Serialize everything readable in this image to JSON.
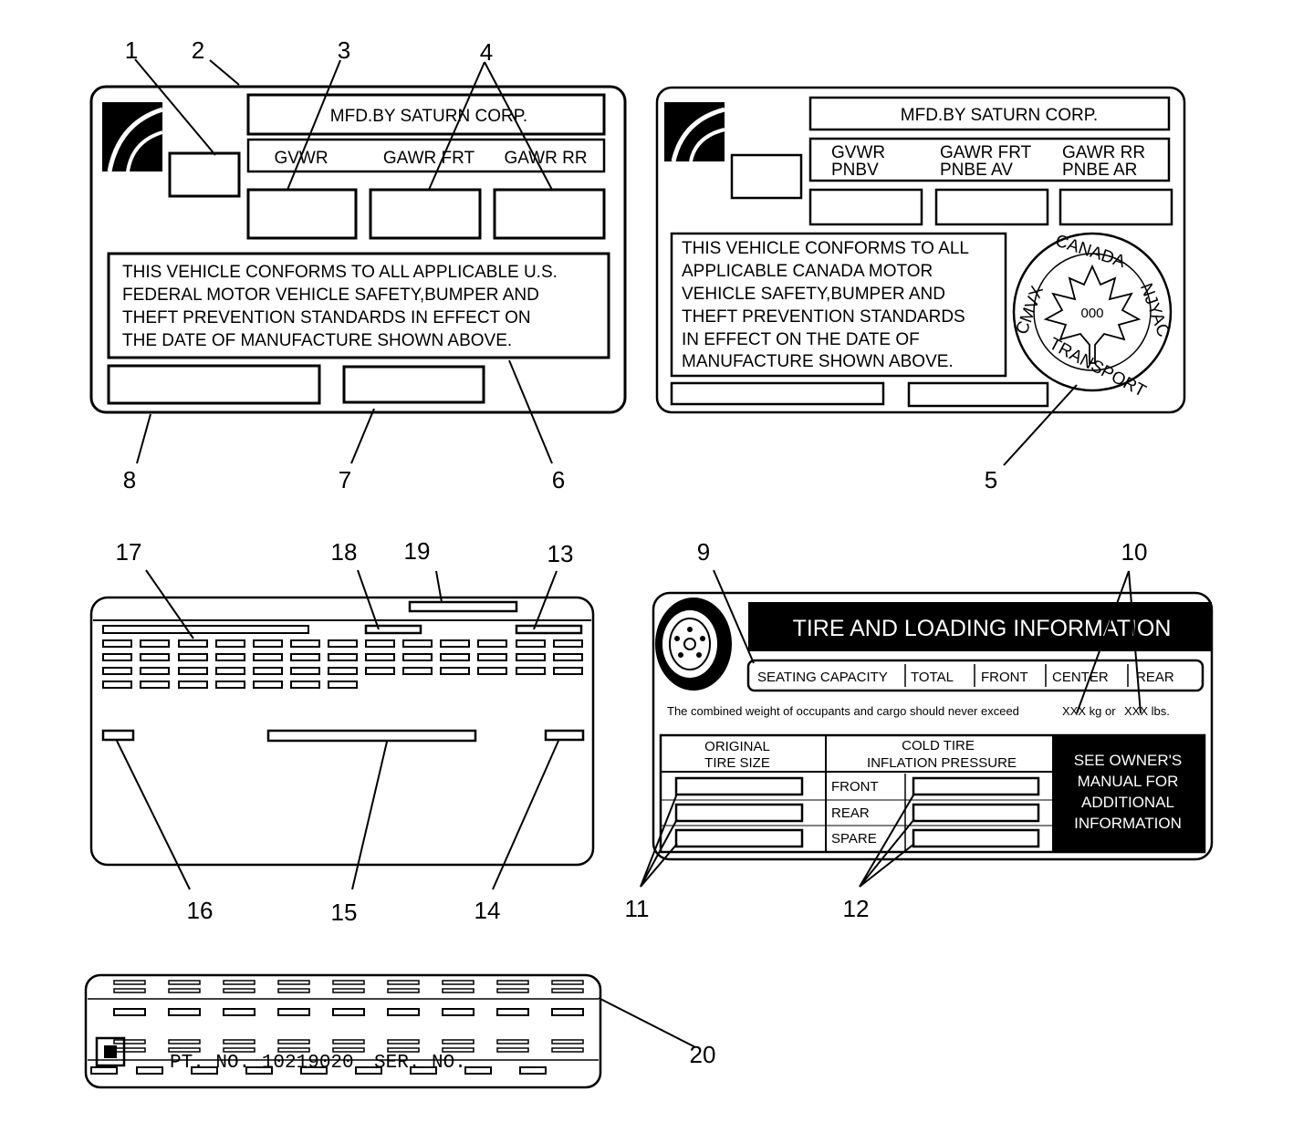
{
  "callouts": [
    "1",
    "2",
    "3",
    "4",
    "5",
    "6",
    "7",
    "8",
    "9",
    "10",
    "11",
    "12",
    "13",
    "14",
    "15",
    "16",
    "17",
    "18",
    "19",
    "20"
  ],
  "us_label": {
    "mfd": "MFD.BY SATURN CORP.",
    "gvwr": "GVWR",
    "gawr_frt": "GAWR FRT",
    "gawr_rr": "GAWR RR",
    "statement": [
      "THIS VEHICLE CONFORMS TO ALL APPLICABLE U.S.",
      "FEDERAL MOTOR VEHICLE SAFETY,BUMPER AND",
      "THEFT PREVENTION STANDARDS IN EFFECT ON",
      "THE DATE OF MANUFACTURE SHOWN ABOVE."
    ]
  },
  "canada_label": {
    "mfd": "MFD.BY SATURN CORP.",
    "gvwr": [
      "GVWR",
      "PNBV"
    ],
    "gawr_frt": [
      "GAWR FRT",
      "PNBE AV"
    ],
    "gawr_rr": [
      "GAWR RR",
      "PNBE AR"
    ],
    "statement": [
      "THIS VEHICLE CONFORMS TO ALL",
      "APPLICABLE CANADA MOTOR",
      "VEHICLE SAFETY,BUMPER AND",
      "THEFT PREVENTION STANDARDS",
      "IN EFFECT ON THE DATE OF",
      "MANUFACTURE SHOWN ABOVE."
    ],
    "seal": {
      "top": "CANADA",
      "left": "CMVX",
      "right": "NJYAC",
      "bottom": "TRANSPORT",
      "center": "000"
    }
  },
  "tire_label": {
    "title": "TIRE AND LOADING INFORMATION",
    "seating": [
      "SEATING CAPACITY",
      "TOTAL",
      "FRONT",
      "CENTER",
      "REAR"
    ],
    "combined": "The combined weight of occupants and cargo should never exceed",
    "weight_kg": "XXX kg or",
    "weight_lbs": "XXX lbs.",
    "original_size": [
      "ORIGINAL",
      "TIRE SIZE"
    ],
    "cold_pressure": [
      "COLD TIRE",
      "INFLATION PRESSURE"
    ],
    "rows": [
      "FRONT",
      "REAR",
      "SPARE"
    ],
    "owners_manual": [
      "SEE OWNER'S",
      "MANUAL FOR",
      "ADDITIONAL",
      "INFORMATION"
    ]
  },
  "parts_label": {
    "pt_no": "PT. NO. 10219020",
    "ser_no": "SER. NO."
  }
}
